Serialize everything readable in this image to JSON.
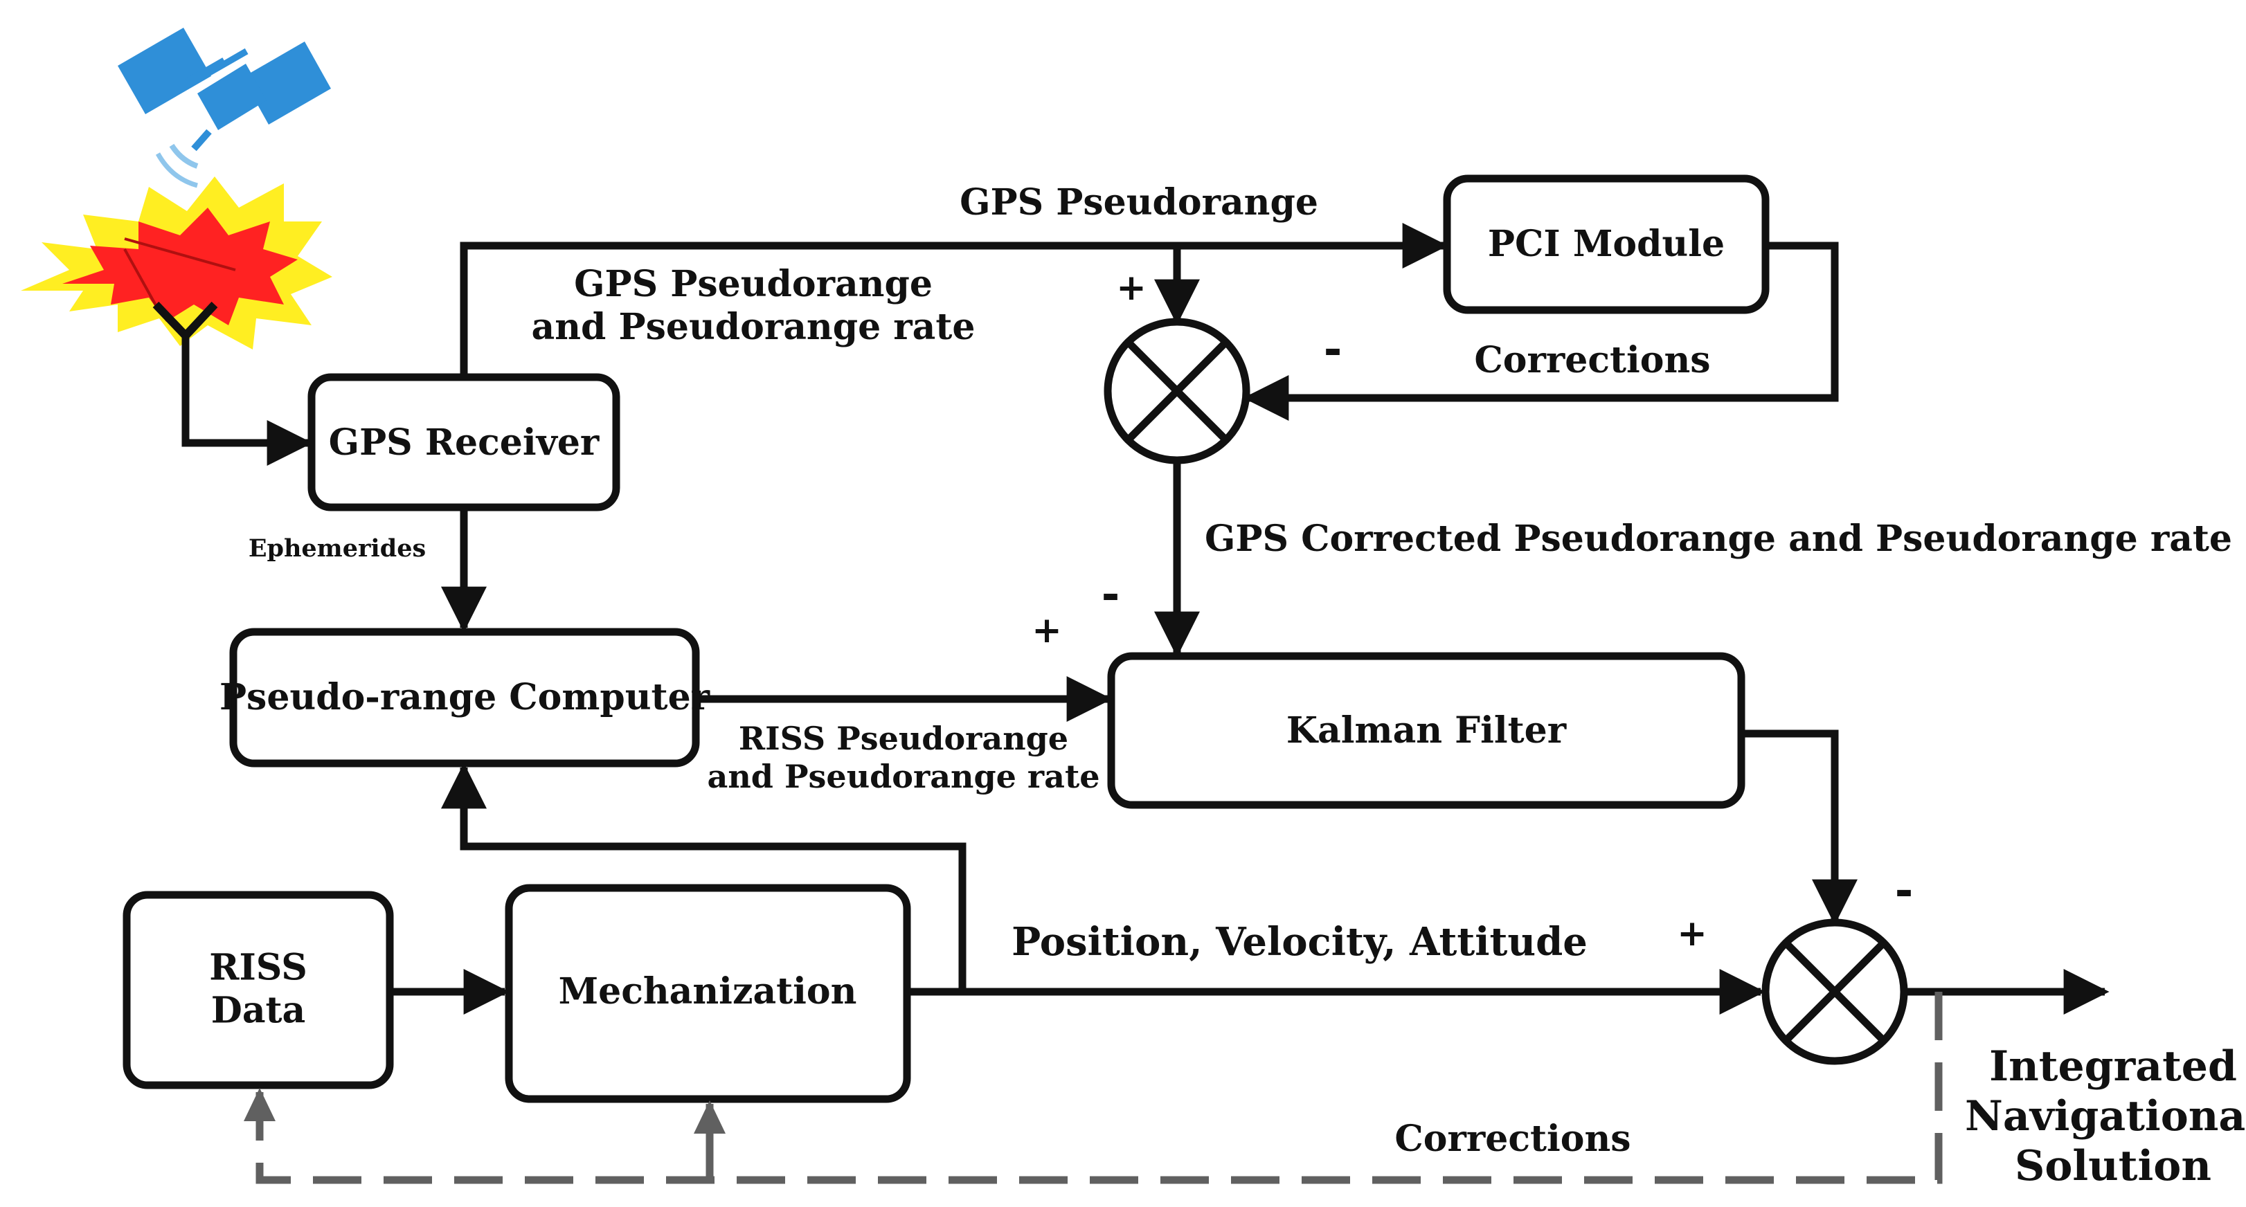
{
  "blocks": {
    "gps_receiver": "GPS Receiver",
    "pci_module": "PCI Module",
    "pseudo_range_computer": "Pseudo-range Computer",
    "kalman_filter": "Kalman Filter",
    "riss_data_line1": "RISS",
    "riss_data_line2": "Data",
    "mechanization": "Mechanization"
  },
  "signals": {
    "gps_pseudorange": "GPS Pseudorange",
    "gps_pr_rate_line1": "GPS Pseudorange",
    "gps_pr_rate_line2": "and Pseudorange rate",
    "corrections_top": "Corrections",
    "gps_corrected": "GPS  Corrected Pseudorange and Pseudorange rate",
    "ephemerides": "Ephemerides",
    "riss_pr_line1": "RISS Pseudorange",
    "riss_pr_line2": "and Pseudorange rate",
    "pva": "Position, Velocity, Attitude",
    "corrections_bottom": "Corrections",
    "output_line1": "Integrated",
    "output_line2": "Navigational",
    "output_line3": "Solution"
  },
  "signs": {
    "sum1_plus": "+",
    "sum1_minus": "-",
    "kf_plus": "+",
    "kf_minus": "-",
    "sum2_plus": "+",
    "sum2_minus": "-"
  },
  "colors": {
    "line": "#111111",
    "dashed_feedback": "#606060",
    "satellite_panel": "#2f8fd8",
    "burst_outer": "#ffee22",
    "burst_inner": "#ff2222"
  },
  "icons": {
    "satellite": "satellite-icon",
    "signal_burst": "signal-burst-icon",
    "antenna": "antenna-icon",
    "summing_junction": "summing-junction-icon"
  }
}
